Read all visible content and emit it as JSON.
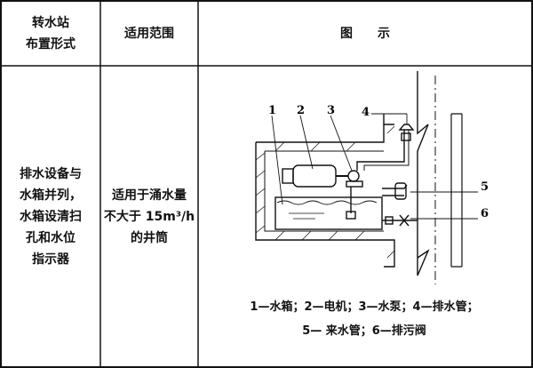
{
  "header": {
    "col1": [
      "转水站",
      "布置形式"
    ],
    "col2": "适用范围",
    "col3": "图　　示"
  },
  "row": {
    "layout": [
      "排水设备与",
      "水箱并列，",
      "水箱设清扫",
      "孔和水位",
      "指示器"
    ],
    "scope": [
      "适用于涌水量",
      "不大于 15m³/h",
      "的井筒"
    ]
  },
  "diagram": {
    "markers": [
      "1",
      "2",
      "3",
      "4",
      "5",
      "6"
    ],
    "legend_line1": "1—水箱；2—电机；3—水泵；4—排水管；",
    "legend_line2": "5— 来水管；6—排污阀"
  }
}
